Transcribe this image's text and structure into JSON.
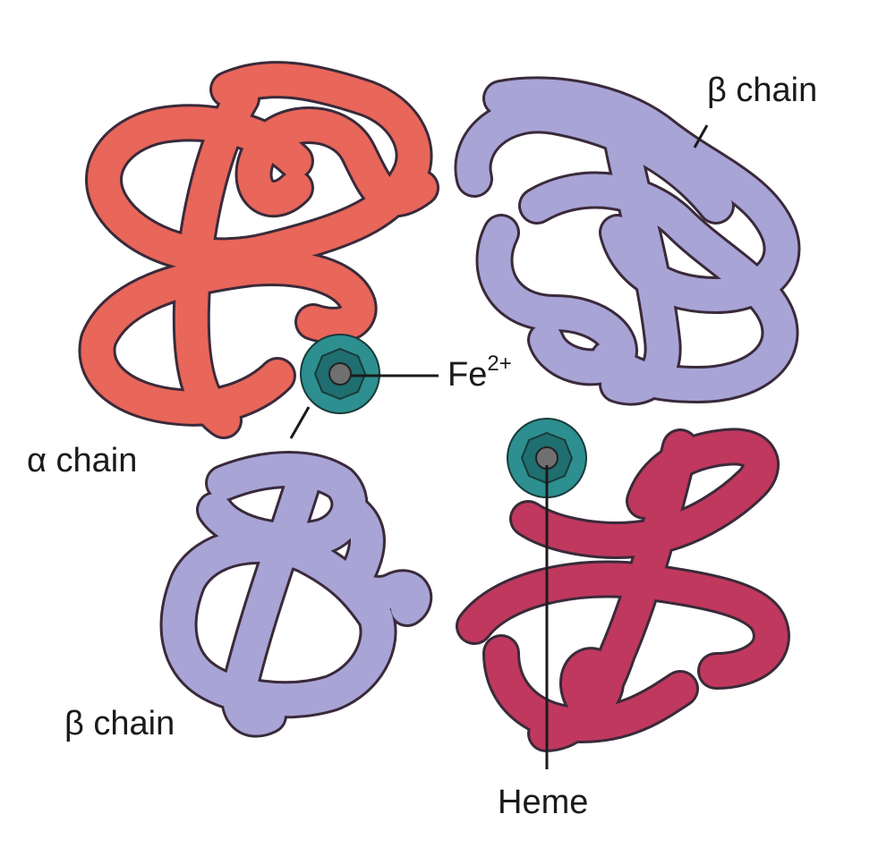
{
  "labels": {
    "beta_chain_top": "β chain",
    "alpha_chain": "α chain",
    "beta_chain_bottom": "β chain",
    "iron": "Fe",
    "iron_charge": "2+",
    "heme": "Heme"
  },
  "colors": {
    "alpha_top": "#e8665a",
    "alpha_bottom": "#c0385e",
    "beta": "#a9a4d6",
    "heme_outer": "#2d8f8f",
    "heme_inner": "#1f6e70",
    "iron": "#707070",
    "outline": "#3a2a3a",
    "leader": "#1a1a1a",
    "background": "#ffffff"
  }
}
